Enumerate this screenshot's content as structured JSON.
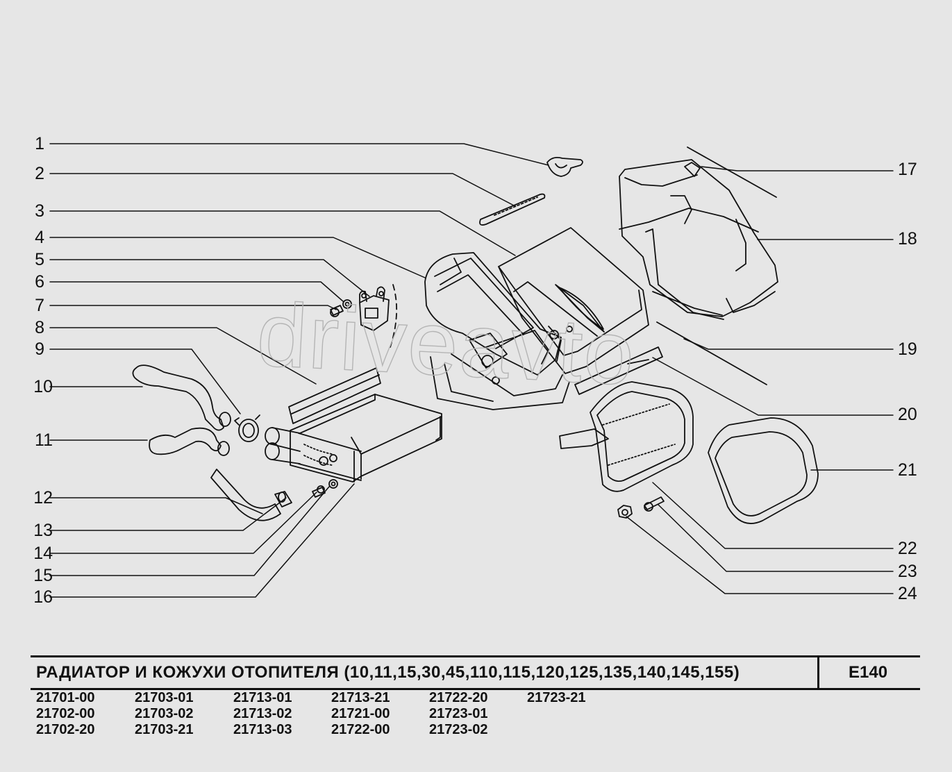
{
  "callouts_left": [
    "1",
    "2",
    "3",
    "4",
    "5",
    "6",
    "7",
    "8",
    "9",
    "10",
    "11",
    "12",
    "13",
    "14",
    "15",
    "16"
  ],
  "callouts_right": [
    "17",
    "18",
    "19",
    "20",
    "21",
    "22",
    "23",
    "24"
  ],
  "watermark": "driveavto",
  "title": "РАДИАТОР  И  КОЖУХИ  ОТОПИТЕЛЯ  (10,11,15,30,45,110,115,120,125,135,140,145,155)",
  "code": "E140",
  "variants": [
    [
      "21701-00",
      "21702-00",
      "21702-20"
    ],
    [
      "21703-01",
      "21703-02",
      "21703-21"
    ],
    [
      "21713-01",
      "21713-02",
      "21713-03"
    ],
    [
      "21713-21",
      "21721-00",
      "21722-00"
    ],
    [
      "21722-20",
      "21723-01",
      "21723-02"
    ],
    [
      "21723-21"
    ]
  ],
  "colors": {
    "background": "#e6e6e6",
    "ink": "#111111",
    "watermark": "#b4b4b4"
  }
}
